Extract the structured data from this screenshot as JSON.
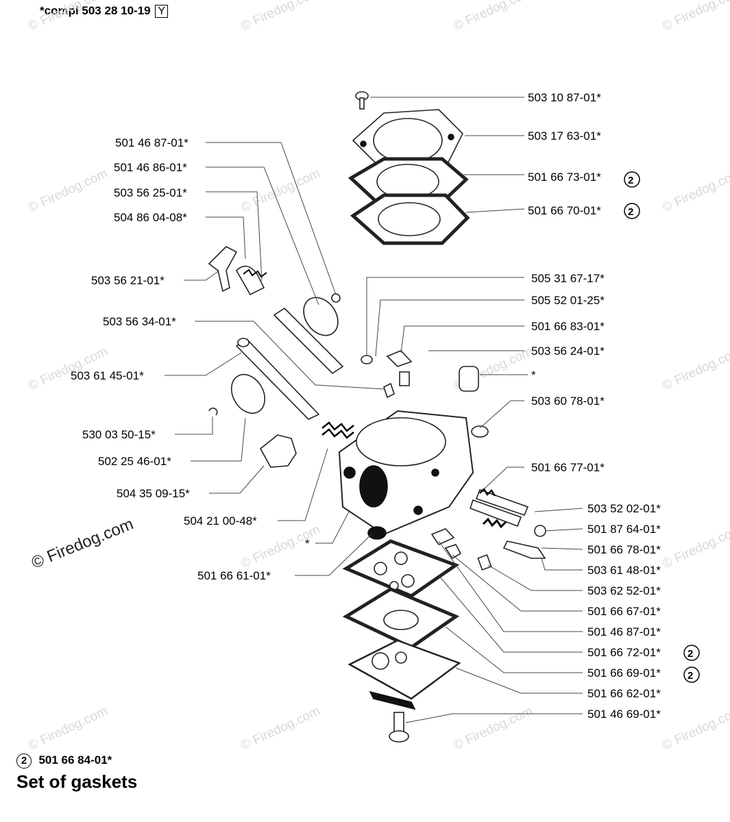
{
  "header": {
    "compl_text": "*compl 503 28 10-19",
    "compl_badge": "Y"
  },
  "footer": {
    "badge": "2",
    "code": "501 66 84-01*",
    "title": "Set of gaskets"
  },
  "watermark": "© Firedog.com",
  "callout_badge": "2",
  "labels": [
    {
      "text": "503 10 87-01*",
      "badge": ""
    },
    {
      "text": "503 17 63-01*",
      "badge": ""
    },
    {
      "text": "501 66 73-01*",
      "badge": "2"
    },
    {
      "text": "501 66 70-01*",
      "badge": "2"
    },
    {
      "text": "501 46 87-01*",
      "badge": ""
    },
    {
      "text": "501 46 86-01*",
      "badge": ""
    },
    {
      "text": "503 56 25-01*",
      "badge": ""
    },
    {
      "text": "504 86 04-08*",
      "badge": ""
    },
    {
      "text": "503 56 21-01*",
      "badge": ""
    },
    {
      "text": "505 31 67-17*",
      "badge": ""
    },
    {
      "text": "505 52 01-25*",
      "badge": ""
    },
    {
      "text": "501 66 83-01*",
      "badge": ""
    },
    {
      "text": "503 56 24-01*",
      "badge": ""
    },
    {
      "text": "503 56 34-01*",
      "badge": ""
    },
    {
      "text": "*",
      "badge": ""
    },
    {
      "text": "503 61 45-01*",
      "badge": ""
    },
    {
      "text": "503 60 78-01*",
      "badge": ""
    },
    {
      "text": "530 03 50-15*",
      "badge": ""
    },
    {
      "text": "502 25 46-01*",
      "badge": ""
    },
    {
      "text": "501 66 77-01*",
      "badge": ""
    },
    {
      "text": "504 35 09-15*",
      "badge": ""
    },
    {
      "text": "504 21 00-48*",
      "badge": ""
    },
    {
      "text": "503 52 02-01*",
      "badge": ""
    },
    {
      "text": "501 87 64-01*",
      "badge": ""
    },
    {
      "text": "*",
      "badge": ""
    },
    {
      "text": "501 66 78-01*",
      "badge": ""
    },
    {
      "text": "503 61 48-01*",
      "badge": ""
    },
    {
      "text": "501 66 61-01*",
      "badge": ""
    },
    {
      "text": "503 62 52-01*",
      "badge": ""
    },
    {
      "text": "501 66 67-01*",
      "badge": ""
    },
    {
      "text": "501 46 87-01*",
      "badge": ""
    },
    {
      "text": "501 66 72-01*",
      "badge": "2"
    },
    {
      "text": "501 66 69-01*",
      "badge": "2"
    },
    {
      "text": "501 66 62-01*",
      "badge": ""
    },
    {
      "text": "501 46 69-01*",
      "badge": ""
    }
  ]
}
